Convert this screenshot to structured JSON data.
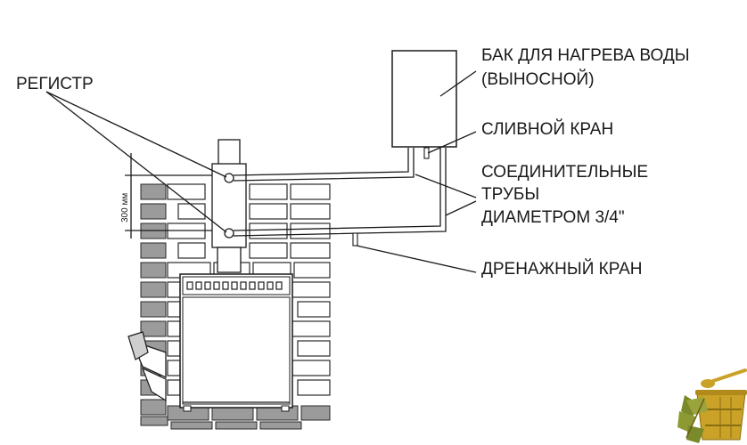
{
  "labels": {
    "register": "РЕГИСТР",
    "tank_line1": "БАК ДЛЯ НАГРЕВА ВОДЫ",
    "tank_line2": "(ВЫНОСНОЙ)",
    "drain_tap": "СЛИВНОЙ КРАН",
    "pipes_line1": "СОЕДИНИТЕЛЬНЫЕ",
    "pipes_line2": "ТРУБЫ",
    "pipes_line3": "ДИАМЕТРОМ 3/4\"",
    "drainage_tap": "ДРЕНАЖНЫЙ КРАН",
    "dimension": "300 мм"
  },
  "logo": {
    "icon": "sauna-bucket-broom-icon",
    "color": "#c9a227"
  },
  "colors": {
    "line": "#1a1a1a",
    "brick_dark": "#9b9b9b",
    "logo_gold": "#c9a227",
    "logo_green": "#7a8a2a"
  }
}
